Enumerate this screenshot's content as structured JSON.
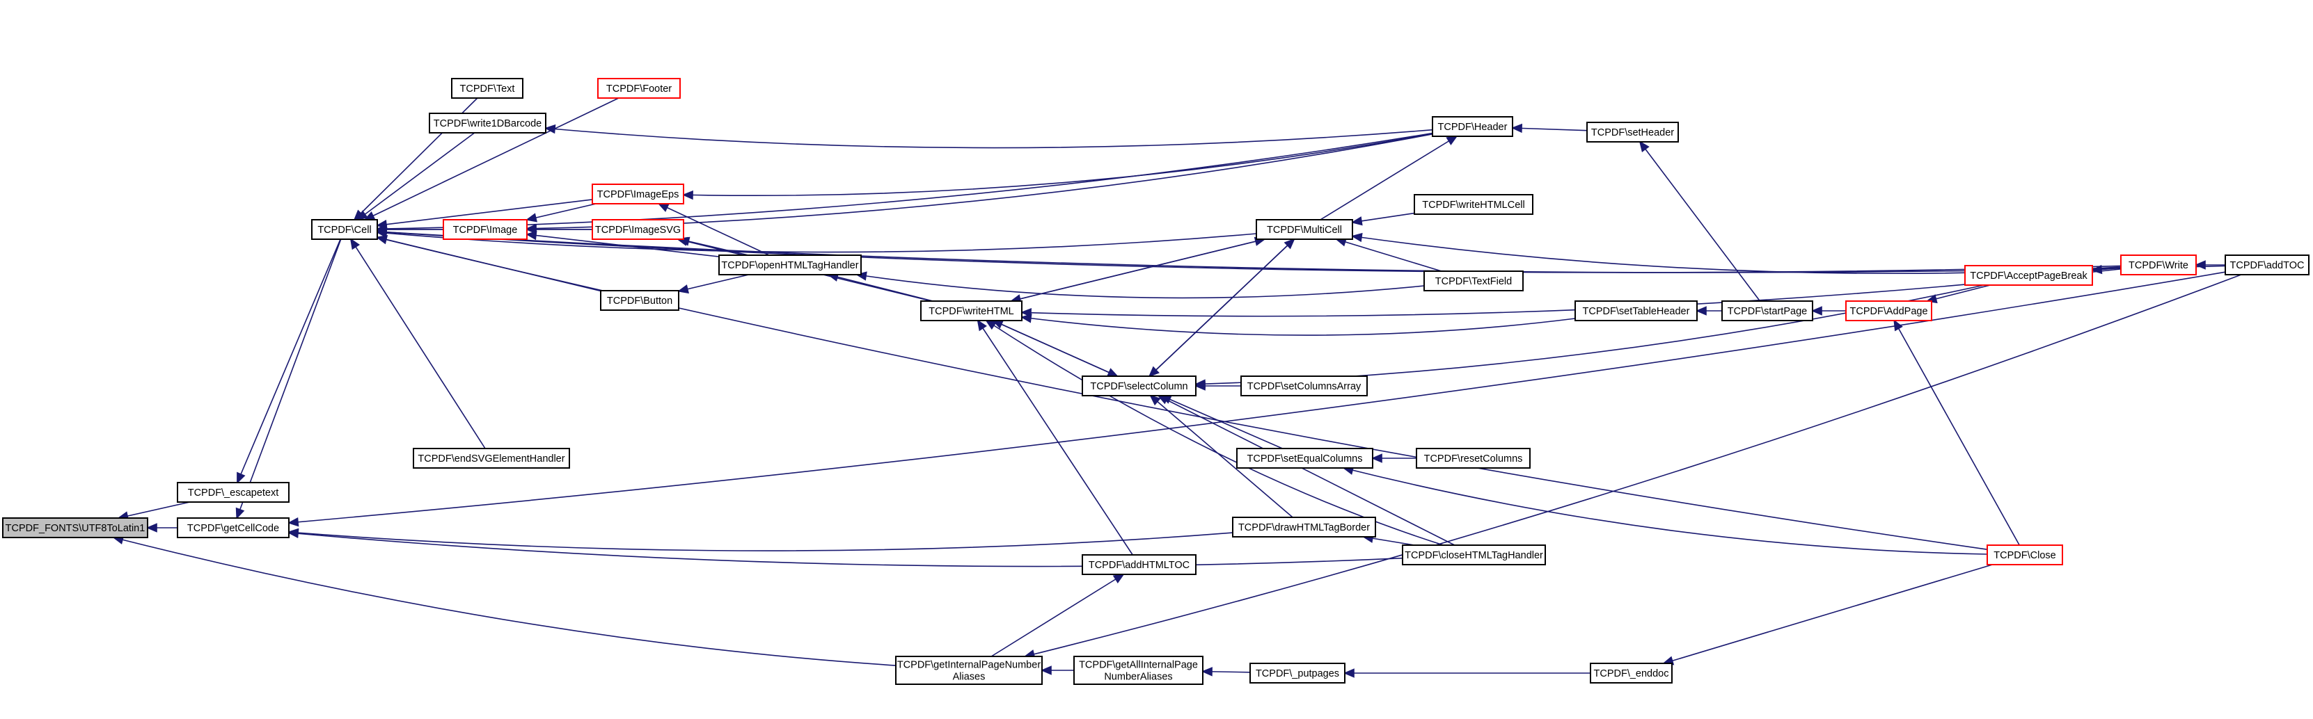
{
  "nodes": {
    "root": [
      "TCPDF_FONTS\\UTF8ToLatin1"
    ],
    "escapetext": [
      "TCPDF\\_escapetext"
    ],
    "getcellcode": [
      "TCPDF\\getCellCode"
    ],
    "cell": [
      "TCPDF\\Cell"
    ],
    "text": [
      "TCPDF\\Text"
    ],
    "write1d": [
      "TCPDF\\write1DBarcode"
    ],
    "footer": [
      "TCPDF\\Footer"
    ],
    "image": [
      "TCPDF\\Image"
    ],
    "imageeps": [
      "TCPDF\\ImageEps"
    ],
    "imagesvg": [
      "TCPDF\\ImageSVG"
    ],
    "button": [
      "TCPDF\\Button"
    ],
    "endsvg": [
      "TCPDF\\endSVGElementHandler"
    ],
    "openhtml": [
      "TCPDF\\openHTMLTagHandler"
    ],
    "writehtml": [
      "TCPDF\\writeHTML"
    ],
    "selectcol": [
      "TCPDF\\selectColumn"
    ],
    "multicell": [
      "TCPDF\\MultiCell"
    ],
    "header": [
      "TCPDF\\Header"
    ],
    "setheader": [
      "TCPDF\\setHeader"
    ],
    "writehtmlcell": [
      "TCPDF\\writeHTMLCell"
    ],
    "textfield": [
      "TCPDF\\TextField"
    ],
    "setcolarr": [
      "TCPDF\\setColumnsArray"
    ],
    "setequal": [
      "TCPDF\\setEqualColumns"
    ],
    "resetcol": [
      "TCPDF\\resetColumns"
    ],
    "drawborder": [
      "TCPDF\\drawHTMLTagBorder"
    ],
    "closehtml": [
      "TCPDF\\closeHTMLTagHandler"
    ],
    "addhtmltoc": [
      "TCPDF\\addHTMLTOC"
    ],
    "getinternal": [
      "TCPDF\\getInternalPageNumber",
      "Aliases"
    ],
    "getallinternal": [
      "TCPDF\\getAllInternalPage",
      "NumberAliases"
    ],
    "putpages": [
      "TCPDF\\_putpages"
    ],
    "enddoc": [
      "TCPDF\\_enddoc"
    ],
    "settableheader": [
      "TCPDF\\setTableHeader"
    ],
    "startpage": [
      "TCPDF\\startPage"
    ],
    "addpage": [
      "TCPDF\\AddPage"
    ],
    "acceptpb": [
      "TCPDF\\AcceptPageBreak"
    ],
    "write": [
      "TCPDF\\Write"
    ],
    "addtoc": [
      "TCPDF\\addTOC"
    ],
    "close": [
      "TCPDF\\Close"
    ]
  },
  "edges": [
    [
      "escapetext",
      "root"
    ],
    [
      "getcellcode",
      "root"
    ],
    [
      "getinternal",
      "root"
    ],
    [
      "cell",
      "getcellcode"
    ],
    [
      "closehtml",
      "getcellcode"
    ],
    [
      "drawborder",
      "getcellcode"
    ],
    [
      "addtoc",
      "getcellcode"
    ],
    [
      "cell",
      "escapetext"
    ],
    [
      "text",
      "cell"
    ],
    [
      "write1d",
      "cell"
    ],
    [
      "footer",
      "cell"
    ],
    [
      "image",
      "cell"
    ],
    [
      "imageeps",
      "cell"
    ],
    [
      "imagesvg",
      "cell"
    ],
    [
      "button",
      "cell"
    ],
    [
      "endsvg",
      "cell"
    ],
    [
      "header",
      "cell"
    ],
    [
      "multicell",
      "cell"
    ],
    [
      "write",
      "cell"
    ],
    [
      "close",
      "cell"
    ],
    [
      "addtoc",
      "cell"
    ],
    [
      "header",
      "write1d"
    ],
    [
      "imageeps",
      "image"
    ],
    [
      "imagesvg",
      "image"
    ],
    [
      "openhtml",
      "image"
    ],
    [
      "header",
      "image"
    ],
    [
      "openhtml",
      "imageeps"
    ],
    [
      "header",
      "imageeps"
    ],
    [
      "openhtml",
      "imagesvg"
    ],
    [
      "writehtml",
      "imagesvg"
    ],
    [
      "openhtml",
      "button"
    ],
    [
      "textfield",
      "openhtml"
    ],
    [
      "writehtml",
      "openhtml"
    ],
    [
      "selectcol",
      "writehtml"
    ],
    [
      "multicell",
      "writehtml"
    ],
    [
      "settableheader",
      "writehtml"
    ],
    [
      "closehtml",
      "writehtml"
    ],
    [
      "addhtmltoc",
      "writehtml"
    ],
    [
      "write",
      "writehtml"
    ],
    [
      "writehtml",
      "selectcol"
    ],
    [
      "multicell",
      "selectcol"
    ],
    [
      "setcolarr",
      "selectcol"
    ],
    [
      "setequal",
      "selectcol"
    ],
    [
      "drawborder",
      "selectcol"
    ],
    [
      "closehtml",
      "selectcol"
    ],
    [
      "acceptpb",
      "selectcol"
    ],
    [
      "writehtmlcell",
      "multicell"
    ],
    [
      "textfield",
      "multicell"
    ],
    [
      "writehtml",
      "multicell"
    ],
    [
      "selectcol",
      "multicell"
    ],
    [
      "write",
      "multicell"
    ],
    [
      "multicell",
      "header"
    ],
    [
      "setheader",
      "header"
    ],
    [
      "startpage",
      "setheader"
    ],
    [
      "resetcol",
      "setequal"
    ],
    [
      "close",
      "setequal"
    ],
    [
      "closehtml",
      "drawborder"
    ],
    [
      "getinternal",
      "addhtmltoc"
    ],
    [
      "getallinternal",
      "getinternal"
    ],
    [
      "addtoc",
      "getinternal"
    ],
    [
      "putpages",
      "getallinternal"
    ],
    [
      "enddoc",
      "putpages"
    ],
    [
      "close",
      "enddoc"
    ],
    [
      "startpage",
      "settableheader"
    ],
    [
      "addpage",
      "startpage"
    ],
    [
      "close",
      "addpage"
    ],
    [
      "acceptpb",
      "addpage"
    ],
    [
      "write",
      "acceptpb"
    ],
    [
      "addtoc",
      "write"
    ]
  ]
}
